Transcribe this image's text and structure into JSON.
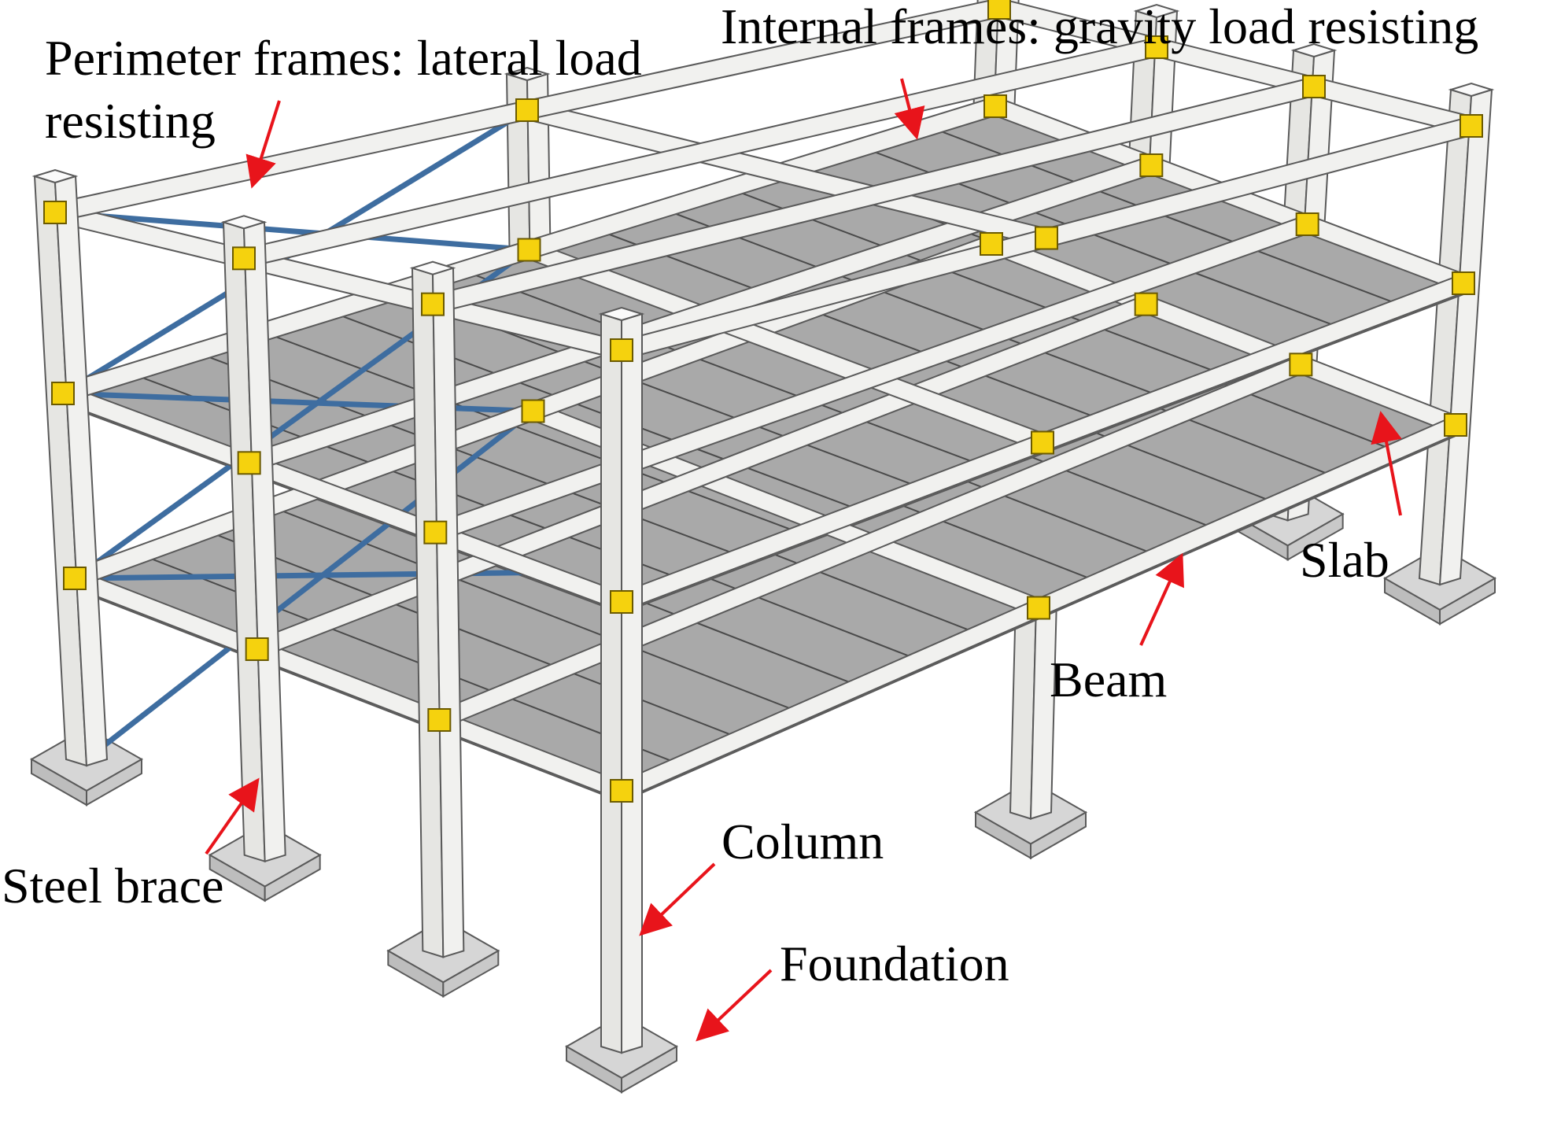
{
  "labels": {
    "perimeter_line1": "Perimeter frames: lateral load",
    "perimeter_line2": "resisting",
    "internal": "Internal frames: gravity load resisting",
    "slab": "Slab",
    "beam": "Beam",
    "column": "Column",
    "foundation": "Foundation",
    "steel_brace": "Steel brace"
  },
  "colors": {
    "arrow": "#e8141b",
    "slab": "#a9a9a9",
    "slab_rib": "#4a4a4a",
    "member": "#f1f1ef",
    "member_edge": "#5a5a5a",
    "brace": "#3e6da0",
    "connector": "#f5d20e",
    "footing": "#d6d6d6"
  }
}
